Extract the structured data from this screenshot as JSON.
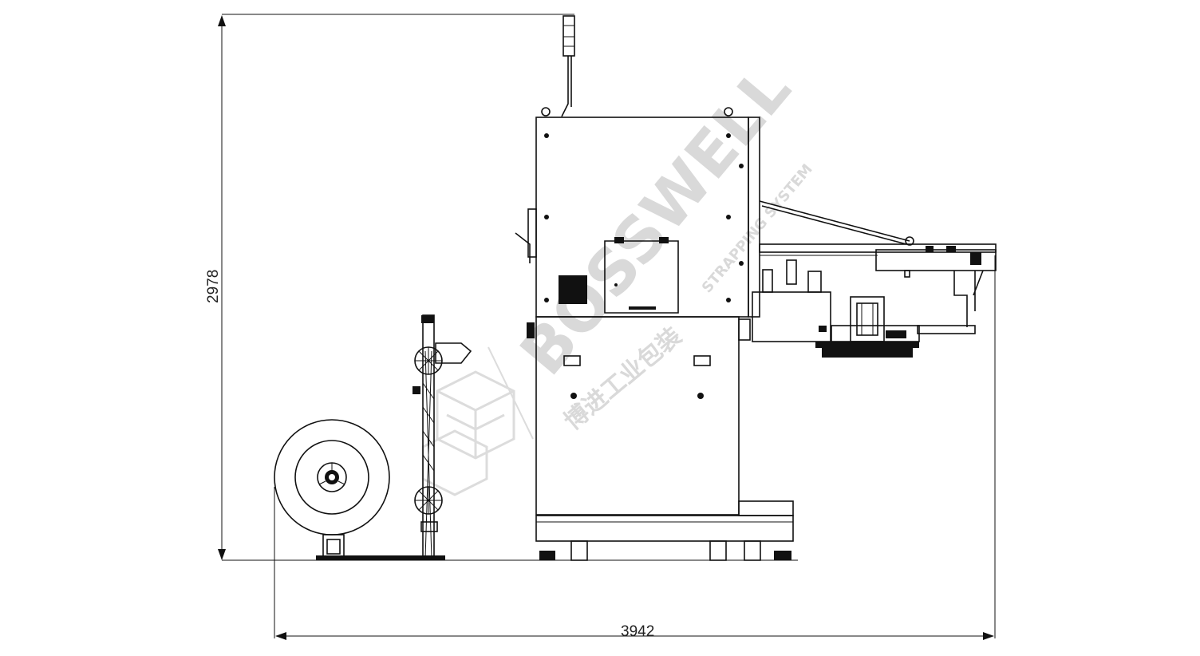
{
  "dimensions": {
    "height_label": "2978",
    "width_label": "3942"
  },
  "watermark": {
    "brand": "BOSSWELL",
    "subtitle": "STRAPPING SYSTEM",
    "chinese": "博进工业包装"
  },
  "colors": {
    "line": "#111111",
    "watermark": "#d9d9d9",
    "background": "#ffffff"
  }
}
